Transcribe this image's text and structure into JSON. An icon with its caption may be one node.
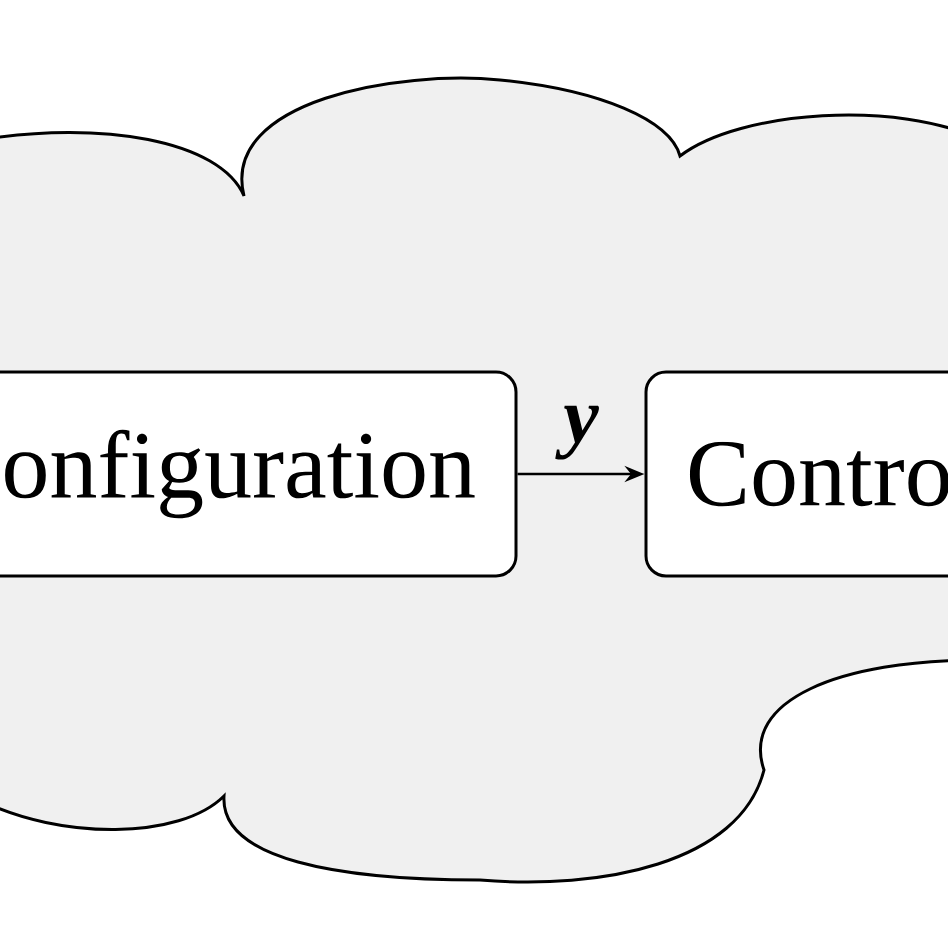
{
  "diagram": {
    "nodes": [
      {
        "text": [
          "onfiguration"
        ]
      },
      {
        "text": [
          "Contro"
        ]
      }
    ],
    "edges": [
      {
        "from": 0,
        "to": 1,
        "arrow": "to",
        "label": "y"
      }
    ]
  }
}
